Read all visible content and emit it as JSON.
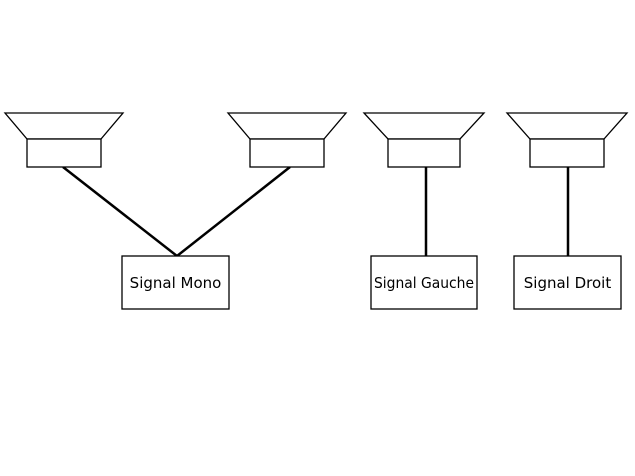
{
  "diagram": {
    "stroke_color": "#000000",
    "fill_color": "#ffffff",
    "boxes": [
      {
        "id": "mono",
        "label": "Signal Mono"
      },
      {
        "id": "gauche",
        "label": "Signal Gauche"
      },
      {
        "id": "droit",
        "label": "Signal Droit"
      }
    ],
    "speakers": [
      {
        "id": "speaker-1",
        "connected_to": "mono"
      },
      {
        "id": "speaker-2",
        "connected_to": "mono"
      },
      {
        "id": "speaker-3",
        "connected_to": "gauche"
      },
      {
        "id": "speaker-4",
        "connected_to": "droit"
      }
    ]
  }
}
